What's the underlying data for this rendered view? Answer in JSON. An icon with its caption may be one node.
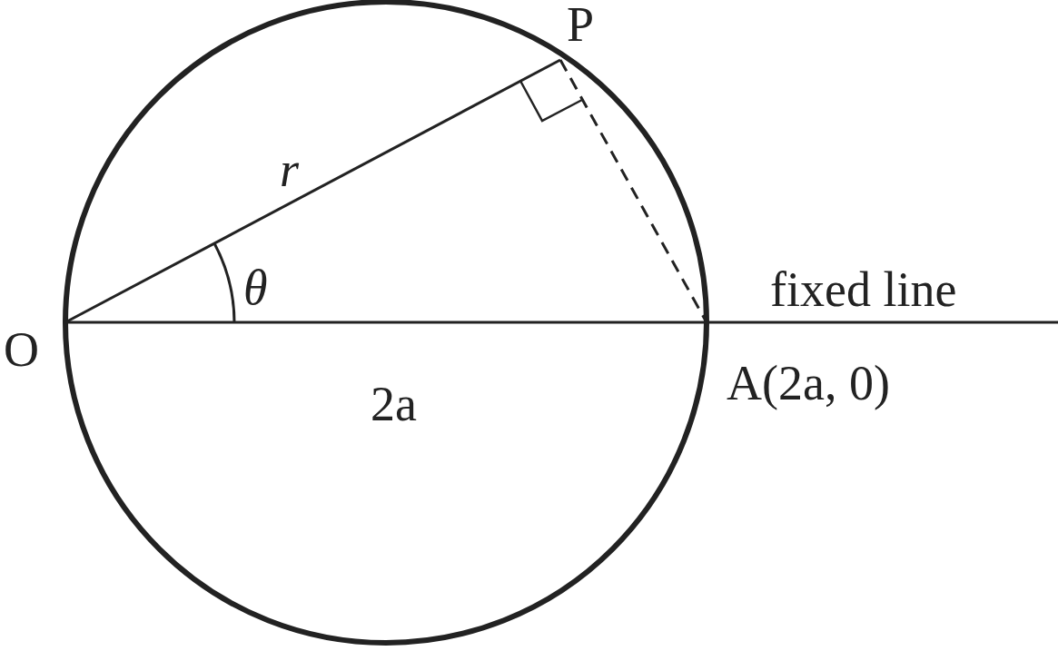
{
  "diagram": {
    "nodes": [
      {
        "text": [
          "O"
        ]
      },
      {
        "text": [
          "P"
        ]
      },
      {
        "text": [
          "A(2a, 0)"
        ]
      }
    ],
    "edges": [
      {
        "from": 0,
        "to": 1,
        "arrow": "none",
        "label": "r"
      },
      {
        "from": 1,
        "to": 2,
        "arrow": "none",
        "style": "dashed"
      },
      {
        "from": 0,
        "to": 2,
        "arrow": "none",
        "label": "2a"
      },
      {
        "from": 2,
        "to": null,
        "arrow": "none",
        "label": "fixed line"
      }
    ],
    "labels": [
      "θ"
    ]
  }
}
